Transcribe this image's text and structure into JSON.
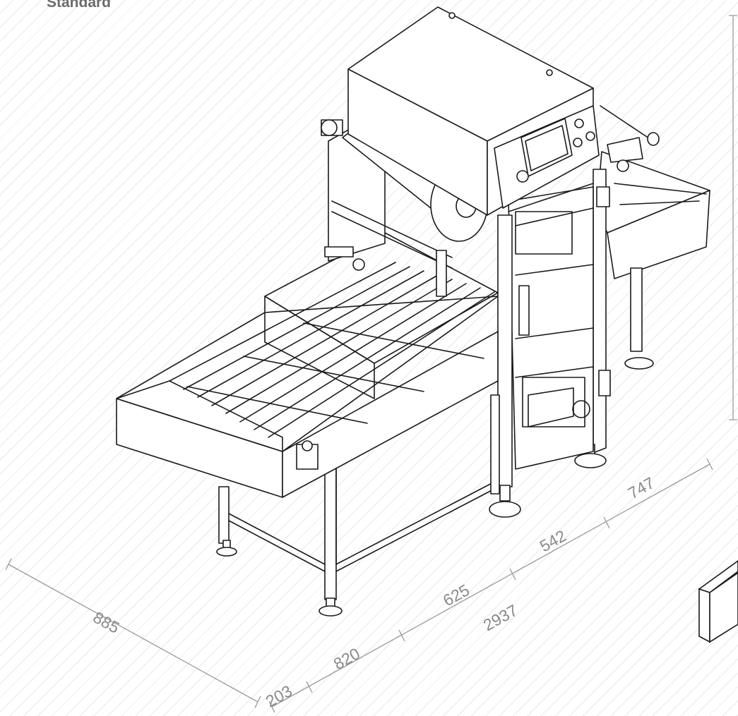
{
  "variant_label": "Standard",
  "dimensions": {
    "d885": "885",
    "d203": "203",
    "d820": "820",
    "d625": "625",
    "d542": "542",
    "d747": "747",
    "d2937": "2937"
  },
  "colors": {
    "line": "#1a1a1a",
    "dim_line": "#9a9a9a",
    "dim_text": "#8a8a8a",
    "label": "#6b6b6b"
  }
}
